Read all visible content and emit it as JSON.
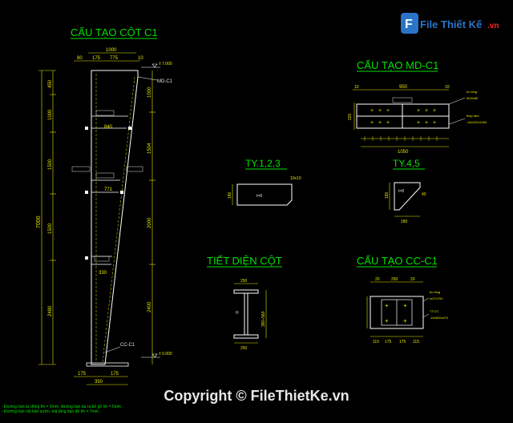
{
  "titles": {
    "column": "CẤU TẠO CỘT C1",
    "md": "CẤU TẠO MD-C1",
    "ty123": "TY.1,2,3",
    "ty45": "TY.4,5",
    "section": "TIẾT DIỆN CỘT",
    "cc": "CẤU TẠO CC-C1"
  },
  "column": {
    "top_dims": [
      "1000",
      "80",
      "175",
      "775",
      "10"
    ],
    "level_top": "± 7.000",
    "level_bottom": "± 0.000",
    "tag_md": "MD-C1",
    "tag_cc": "CC-C1",
    "left_dims": [
      "450",
      "1000",
      "1500",
      "1500",
      "2480"
    ],
    "total": "7000",
    "right_dims": [
      "1000",
      "1504",
      "2000",
      "2400"
    ],
    "inner_dims": [
      "840",
      "771",
      "330"
    ],
    "bottom_dims": [
      "175",
      "175",
      "350"
    ]
  },
  "md": {
    "top_dims": [
      "10",
      "950",
      "10"
    ],
    "bottom_total": "1050",
    "notes": [
      "bu lông",
      "M24x80",
      "thép tấm",
      "-16x220x1050"
    ],
    "side_dim": "220"
  },
  "ty123": {
    "dim_left": "180",
    "dim_right": "10x10",
    "label": "t=8"
  },
  "ty45": {
    "dims": [
      "180",
      "180",
      "40"
    ],
    "label": "t=8"
  },
  "section": {
    "top": "250",
    "right": "380÷560",
    "bottom": "250",
    "label": "H"
  },
  "cc": {
    "top_dims": [
      "20",
      "250",
      "20"
    ],
    "notes": [
      "bu lông",
      "m27x700",
      "TT.CC",
      "-16x620x470"
    ],
    "bottom_dims": [
      "115",
      "175",
      "175",
      "115"
    ]
  },
  "watermark": {
    "logo_title": "File Thiết Kế",
    "logo_domain": ".vn"
  },
  "copyright": "Copyright © FileThietKe.vn",
  "notes": [
    "- Đường hàn tự động hh = 5mm, đường hàn ba ra bổ gỗ hh = 5mm",
    "- Đường hàn nối bản sườn, mã tăng bản đế hh = 7mm"
  ],
  "colors": {
    "background": "#000000",
    "title": "#00e000",
    "dims": "#e6e600",
    "outline": "#ffffff",
    "hatch": "#e0e0e0",
    "logo_blue": "#2a74c8",
    "logo_red": "#ff2020"
  }
}
